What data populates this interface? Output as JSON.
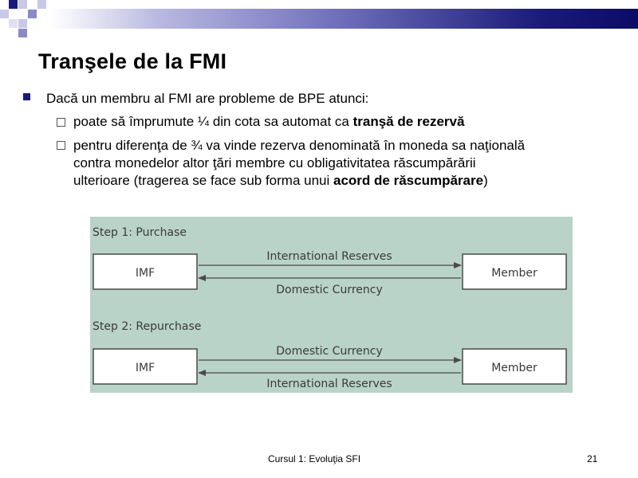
{
  "slide": {
    "title": "Tranşele de la FMI",
    "bullet1": "Dacă un membru al FMI are probleme de BPE atunci:",
    "sub1": {
      "text": "poate să împrumute ¼ din cota sa automat ca ",
      "bold": "tranşă de rezervă"
    },
    "sub2": {
      "line1": "pentru diferenţa de ¾ va vinde rezerva denominată în moneda sa naţională",
      "line2": "contra monedelor altor ţări membre cu obligativitatea răscumpărării",
      "line3a": "ulterioare (tragerea se face sub forma unui ",
      "line3b": "acord de răscumpărare",
      "line3c": ")"
    }
  },
  "diagram": {
    "step1": {
      "label": "Step 1: Purchase",
      "left_box": "IMF",
      "right_box": "Member",
      "arrow_top": "International Reserves",
      "arrow_bottom": "Domestic Currency"
    },
    "step2": {
      "label": "Step 2: Repurchase",
      "left_box": "IMF",
      "right_box": "Member",
      "arrow_top": "Domestic Currency",
      "arrow_bottom": "International Reserves"
    },
    "colors": {
      "background": "#b9d3c9",
      "box": "#ffffff",
      "line": "#4a4a4a"
    }
  },
  "footer": {
    "course": "Cursul 1: Evoluţia SFI",
    "page": "21"
  }
}
